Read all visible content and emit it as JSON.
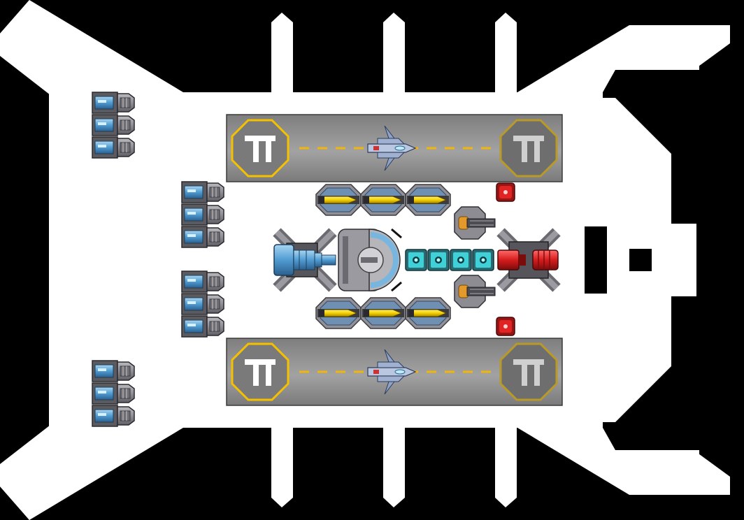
{
  "scene": {
    "kind": "ship-blueprint-top-down",
    "colors": {
      "background": "#000000",
      "hull": "#ffffff",
      "deck": "#8a8a8a",
      "deck_stripe": "#a3a3a3",
      "runway_dash": "#f2b40f",
      "pad_active_ring": "#f5c000",
      "pad_inactive_ring": "#b89a2a",
      "reactor_blue": "#78b6e0",
      "weapon_yellow": "#f4d000",
      "cell_cyan": "#3fd0d8",
      "thruster_red": "#d61c1c",
      "turret_orange": "#e39a2b",
      "metal": "#7c7c82"
    },
    "flight_decks": [
      {
        "id": "top",
        "left_pad": "active",
        "right_pad": "inactive",
        "pad_glyph": "TI"
      },
      {
        "id": "bottom",
        "left_pad": "active",
        "right_pad": "inactive",
        "pad_glyph": "TI"
      }
    ],
    "modules": {
      "engine_pods_outer": 6,
      "engine_pods_inner": 6,
      "missile_launchers": 6,
      "power_cells": 4,
      "side_turrets": 2,
      "red_warning_lights": 2,
      "parked_fighters": 2
    },
    "icons": [
      "landing-pad-icon",
      "fighter-icon",
      "engine-pod-icon",
      "missile-launcher-icon",
      "reactor-core-icon",
      "shield-generator-icon",
      "power-cell-icon",
      "turret-icon",
      "thruster-icon",
      "warning-light-icon"
    ]
  }
}
